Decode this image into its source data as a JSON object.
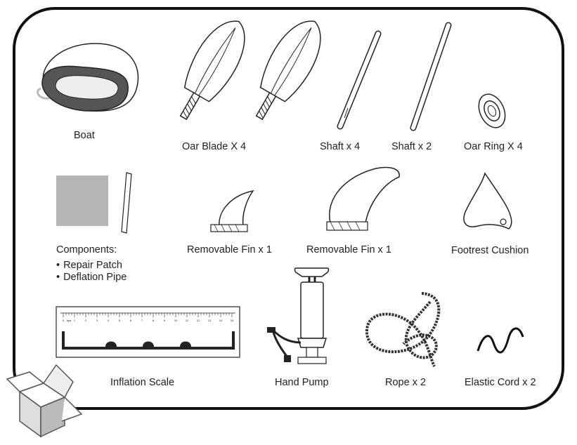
{
  "items": {
    "boat": "Boat",
    "oar_blade": "Oar Blade X 4",
    "shaft_4": "Shaft x 4",
    "shaft_2": "Shaft x 2",
    "oar_ring": "Oar Ring X 4",
    "fin_small": "Removable Fin x 1",
    "fin_large": "Removable Fin x 1",
    "footrest": "Footrest Cushion",
    "inflation_scale": "Inflation Scale",
    "hand_pump": "Hand Pump",
    "rope": "Rope x 2",
    "elastic_cord": "Elastic Cord x 2"
  },
  "components": {
    "title": "Components:",
    "list": [
      "Repair Patch",
      "Deflation Pipe"
    ]
  },
  "ruler": {
    "unit": "kpa",
    "ticks": [
      "0",
      "1",
      "2",
      "3",
      "4",
      "5",
      "6",
      "7",
      "8",
      "9",
      "10",
      "11",
      "12",
      "13",
      "14",
      "15"
    ]
  }
}
